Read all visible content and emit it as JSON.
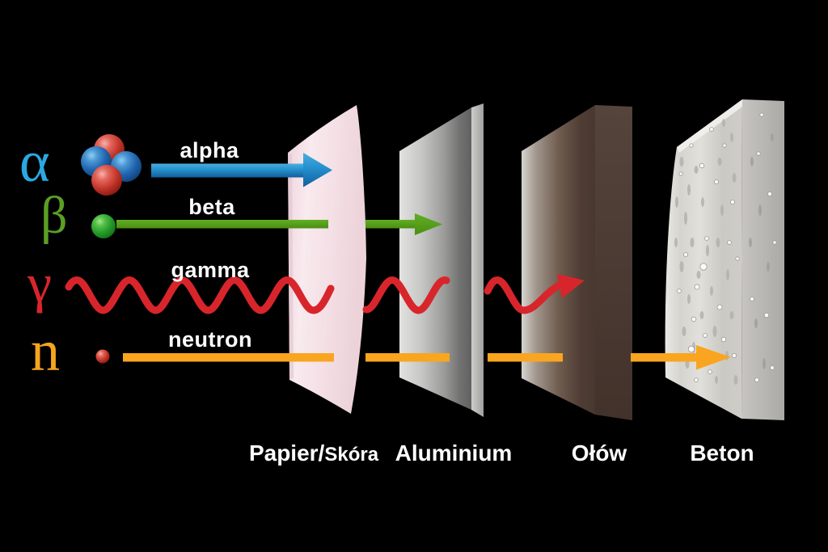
{
  "diagram": {
    "background_color": "#000000",
    "rays": [
      {
        "symbol": "α",
        "label": "alpha",
        "color": "#2196cf",
        "symbol_color": "#2aa9e1"
      },
      {
        "symbol": "β",
        "label": "beta",
        "color": "#56a11b",
        "symbol_color": "#5b9e25"
      },
      {
        "symbol": "γ",
        "label": "gamma",
        "color": "#d8252c",
        "symbol_color": "#d8252c"
      },
      {
        "symbol": "n",
        "label": "neutron",
        "color": "#f9a51f",
        "symbol_color": "#f6a41f"
      }
    ],
    "barriers": [
      {
        "label_main": "Papier/",
        "label_sub": "Skóra"
      },
      {
        "label": "Aluminium"
      },
      {
        "label": "Ołów"
      },
      {
        "label": "Beton"
      }
    ]
  }
}
